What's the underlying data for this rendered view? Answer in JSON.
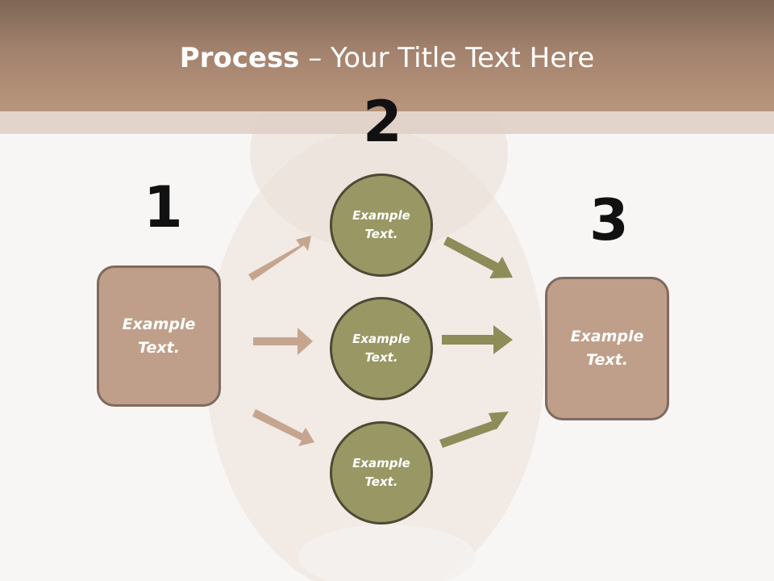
{
  "title": {
    "bold": "Process",
    "rest": " – Your Title Text Here"
  },
  "steps": [
    {
      "number": "1",
      "text": "Example Text."
    },
    {
      "number": "2",
      "items": [
        "Example Text.",
        "Example Text.",
        "Example Text."
      ]
    },
    {
      "number": "3",
      "text": "Example Text."
    }
  ],
  "colors": {
    "header": "#a3826d",
    "box_fill": "#bf9f89",
    "circle_fill": "#999865",
    "arrow_left": "#c6a58f",
    "arrow_right": "#8e8c58"
  }
}
